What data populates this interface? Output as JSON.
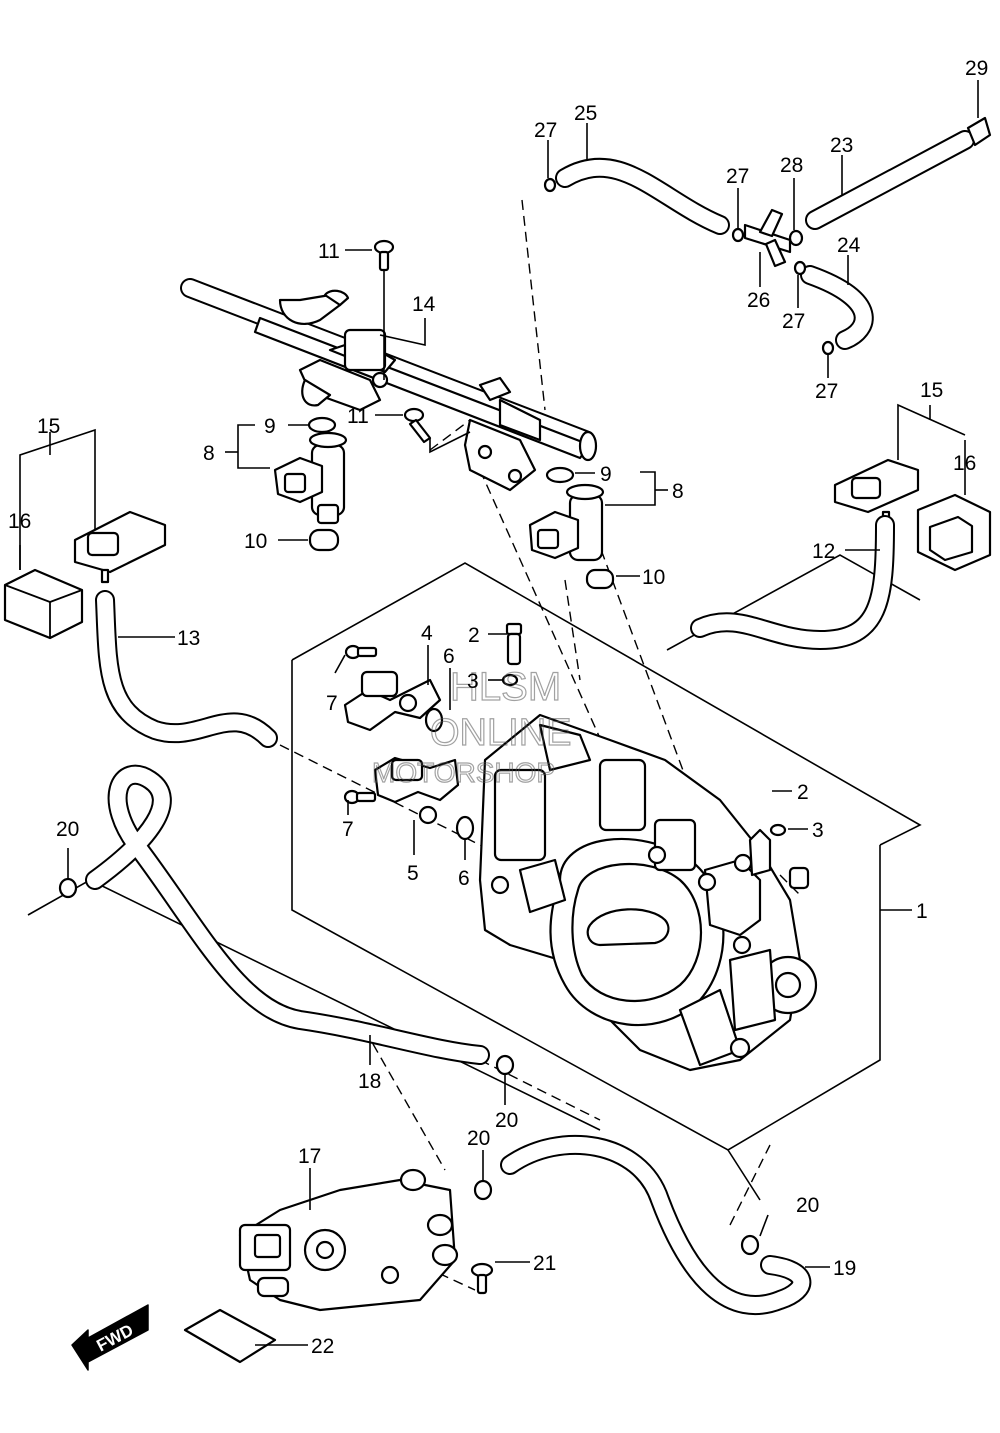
{
  "callouts": {
    "c1": "1",
    "c2a": "2",
    "c2b": "2",
    "c3a": "3",
    "c3b": "3",
    "c4": "4",
    "c5": "5",
    "c6a": "6",
    "c6b": "6",
    "c7a": "7",
    "c7b": "7",
    "c8a": "8",
    "c8b": "8",
    "c9a": "9",
    "c9b": "9",
    "c10a": "10",
    "c10b": "10",
    "c11a": "11",
    "c11b": "11",
    "c12": "12",
    "c13": "13",
    "c14": "14",
    "c15a": "15",
    "c15b": "15",
    "c16a": "16",
    "c16b": "16",
    "c17": "17",
    "c18": "18",
    "c19": "19",
    "c20a": "20",
    "c20b": "20",
    "c20c": "20",
    "c20d": "20",
    "c21": "21",
    "c22": "22",
    "c23": "23",
    "c24": "24",
    "c25": "25",
    "c26": "26",
    "c27a": "27",
    "c27b": "27",
    "c27c": "27",
    "c27d": "27",
    "c28": "28",
    "c29": "29"
  },
  "watermark": {
    "line1": "HLSM",
    "line2": "ONLINE",
    "line3": "MOTORSHOP"
  },
  "fwd_label": "FWD"
}
